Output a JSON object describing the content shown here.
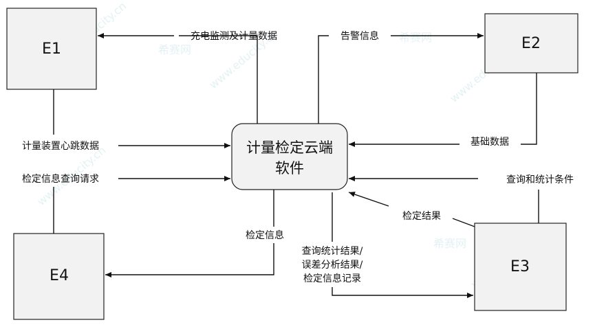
{
  "entities": {
    "e1": "E1",
    "e2": "E2",
    "e3": "E3",
    "e4": "E4"
  },
  "process": {
    "line1": "计量检定云端",
    "line2": "软件"
  },
  "flows": {
    "to_e1": "充电监测及计量数据",
    "to_e2": "告警信息",
    "from_e1": "计量装置心跳数据",
    "from_e2": "基础数据",
    "from_e4": "检定信息查询请求",
    "from_e3_query": "查询和统计条件",
    "from_e3_result": "检定结果",
    "to_e4": "检定信息",
    "to_e3_line1": "查询统计结果/",
    "to_e3_line2": "误差分析结果/",
    "to_e3_line3": "检定信息记录"
  },
  "watermark": {
    "brand": "希赛网",
    "site": "www.educity.cn"
  }
}
